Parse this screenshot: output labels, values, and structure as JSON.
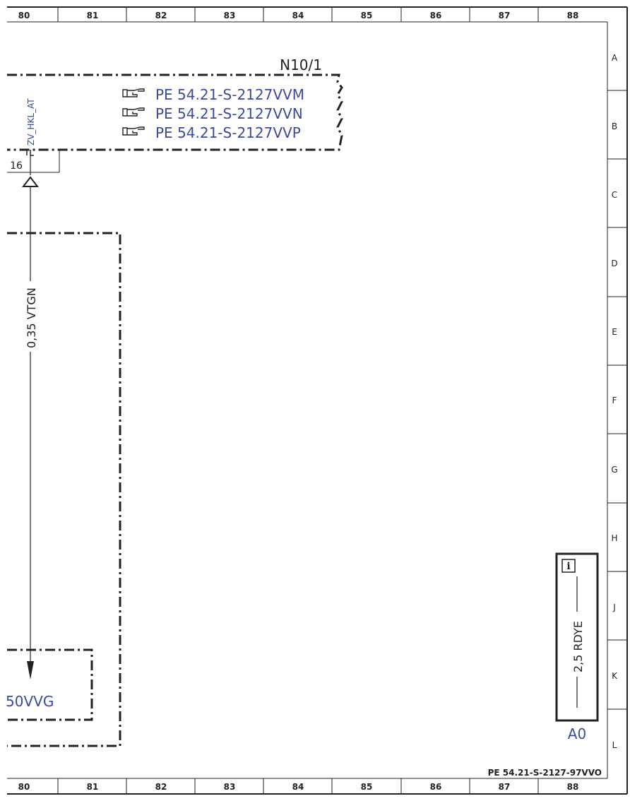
{
  "columns": [
    "80",
    "81",
    "82",
    "83",
    "84",
    "85",
    "86",
    "87",
    "88"
  ],
  "rows": [
    "A",
    "B",
    "C",
    "D",
    "E",
    "F",
    "G",
    "H",
    "J",
    "K",
    "L"
  ],
  "component": {
    "name": "N10/1",
    "refs": [
      "PE 54.21-S-2127VVM",
      "PE 54.21-S-2127VVN",
      "PE 54.21-S-2127VVP"
    ]
  },
  "signal": "ZV_HKL_AT",
  "pin": "16",
  "wire": {
    "label": "0,35 VTGN"
  },
  "lower_ref": "50VVG",
  "info_box": {
    "wire_label": "2,5 RDYE",
    "connector": "A0"
  },
  "doc_id": "PE 54.21-S-2127-97VVO"
}
